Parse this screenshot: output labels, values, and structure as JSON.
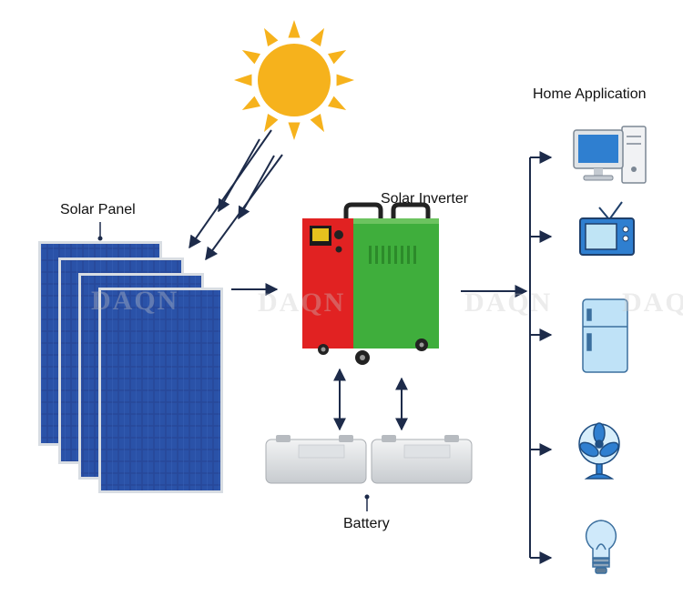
{
  "labels": {
    "solar_panel": "Solar Panel",
    "solar_inverter": "Solar Inverter",
    "battery": "Battery",
    "home_application": "Home Application"
  },
  "watermark": "DAQN",
  "appliances": [
    "computer-icon",
    "television-icon",
    "refrigerator-icon",
    "fan-icon",
    "light-bulb-icon"
  ],
  "colors": {
    "sun": "#f6b21c",
    "panel": "#1f3f8f",
    "inverter_red": "#e12222",
    "inverter_green": "#3fae3c",
    "appliance_blue": "#2f7fd0",
    "arrow": "#1d2b4a"
  }
}
